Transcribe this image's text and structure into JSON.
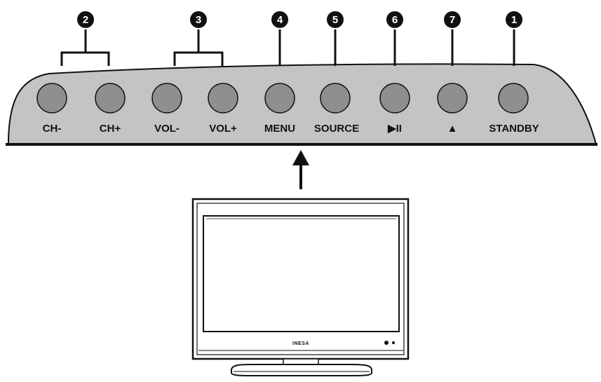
{
  "buttons": [
    {
      "label": "CH-",
      "callout": "2"
    },
    {
      "label": "CH+",
      "callout": "2"
    },
    {
      "label": "VOL-",
      "callout": "3"
    },
    {
      "label": "VOL+",
      "callout": "3"
    },
    {
      "label": "MENU",
      "callout": "4"
    },
    {
      "label": "SOURCE",
      "callout": "5"
    },
    {
      "label": "▶II",
      "callout": "6"
    },
    {
      "label": "▲",
      "callout": "7"
    },
    {
      "label": "STANDBY",
      "callout": "1"
    }
  ],
  "callouts": [
    "2",
    "3",
    "4",
    "5",
    "6",
    "7",
    "1"
  ],
  "tv": {
    "brand": "INESA"
  },
  "colors": {
    "panel": "#c4c4c4",
    "button": "#8f8f8f",
    "outline": "#111111",
    "callout_fill": "#111111"
  }
}
